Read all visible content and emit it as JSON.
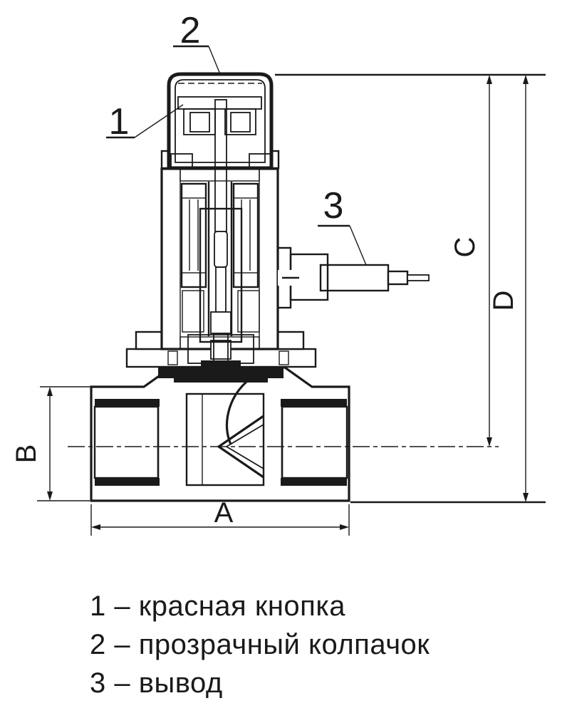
{
  "drawing_type": "valve-cross-section",
  "callouts": {
    "c1": "1",
    "c2": "2",
    "c3": "3"
  },
  "dimensions": {
    "a": "A",
    "b": "B",
    "c": "C",
    "d": "D"
  },
  "legend": {
    "items": [
      "1 – красная кнопка",
      "2 – прозрачный колпачок",
      "3 – вывод"
    ]
  },
  "colors": {
    "ink": "#1a1a1a",
    "paper": "#ffffff"
  }
}
